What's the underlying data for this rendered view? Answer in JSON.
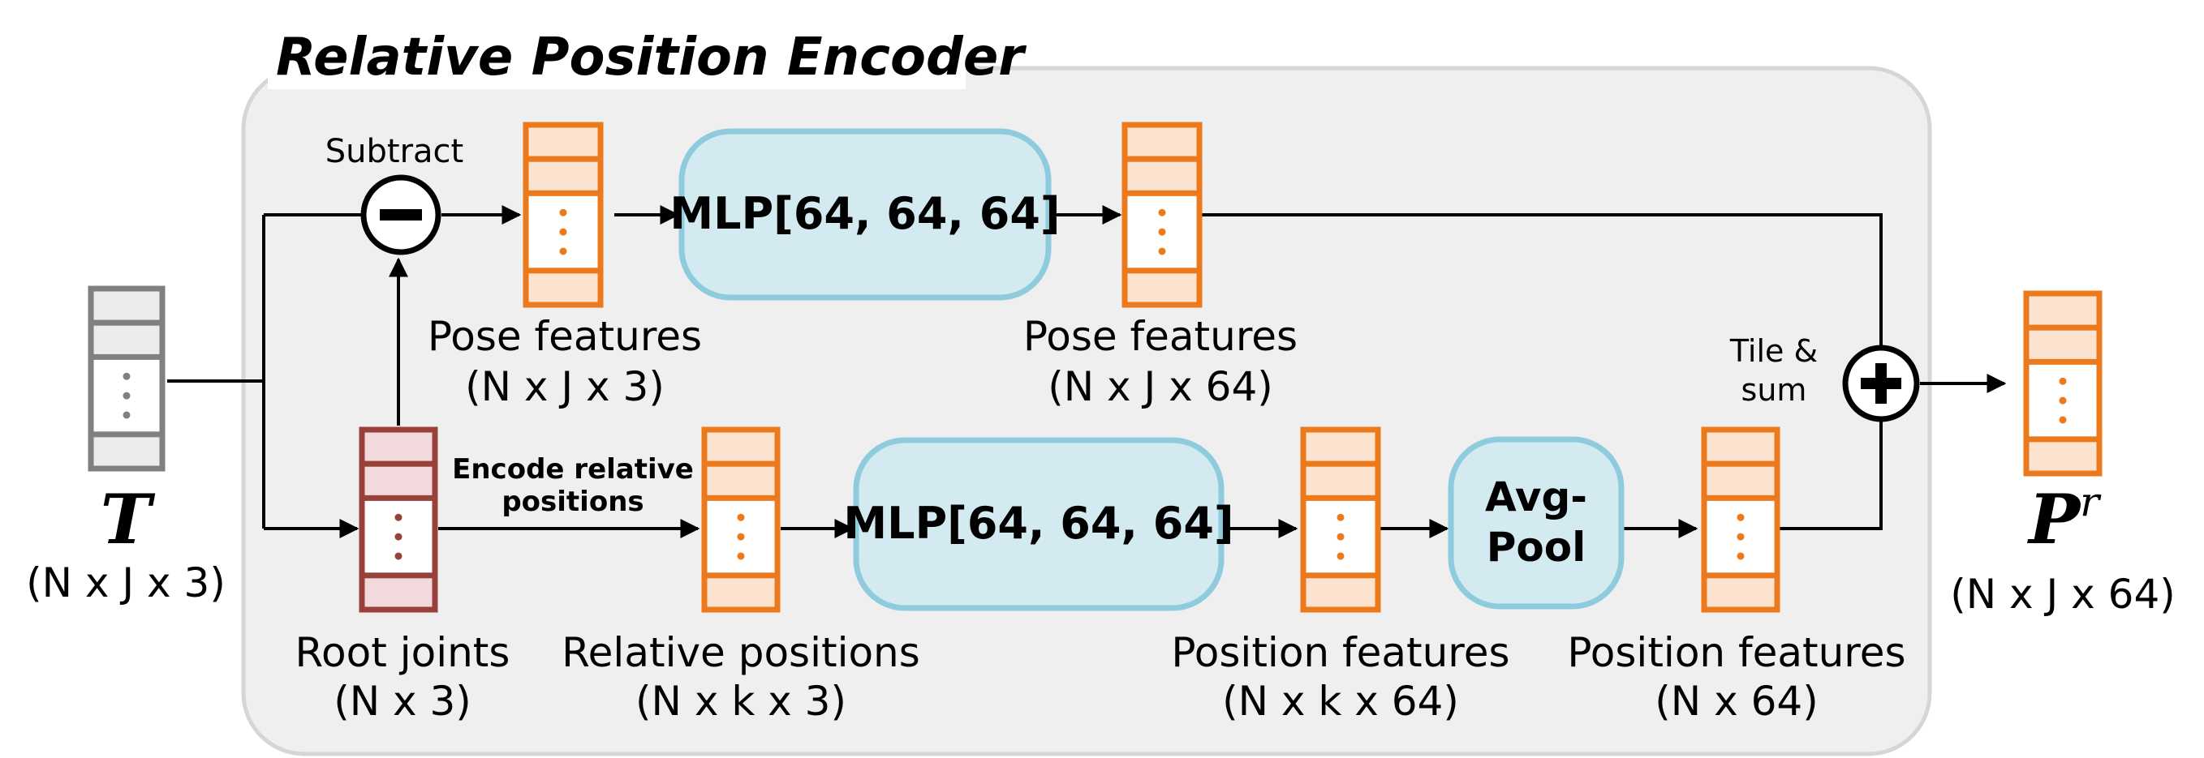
{
  "title": "Relative Position Encoder",
  "input": {
    "symbol": "T",
    "shape": "(N x J x 3)"
  },
  "output": {
    "symbol": "P",
    "superscript": "r",
    "shape": "(N x J x 64)"
  },
  "ops": {
    "subtract": "Subtract",
    "tile_sum_line1": "Tile &",
    "tile_sum_line2": "sum",
    "encode_line1": "Encode relative",
    "encode_line2": "positions"
  },
  "blocks": {
    "mlp_top": "MLP[64, 64, 64]",
    "mlp_bottom": "MLP[64, 64, 64]",
    "avgpool_line1": "Avg-",
    "avgpool_line2": "Pool"
  },
  "labels": {
    "pose_in_name": "Pose features",
    "pose_in_shape": "(N x J x 3)",
    "pose_out_name": "Pose features",
    "pose_out_shape": "(N x J x 64)",
    "root_name": "Root joints",
    "root_shape": "(N x 3)",
    "rel_name": "Relative positions",
    "rel_shape": "(N x k x 3)",
    "posfeat_name": "Position features",
    "posfeat_shape": "(N x k x 64)",
    "posfeat2_name": "Position features",
    "posfeat2_shape": "(N x 64)"
  },
  "colors": {
    "panel_fill": "#efefef",
    "panel_stroke": "#d6d6d6",
    "mlp_fill": "#d4eaf1",
    "mlp_stroke": "#8ecbdc",
    "orange": "#ec7a1c",
    "orange_fill": "#fbe3d0",
    "maroon": "#98403a",
    "maroon_fill": "#f1d9dc",
    "gray": "#808080",
    "gray_fill": "#ececec"
  }
}
